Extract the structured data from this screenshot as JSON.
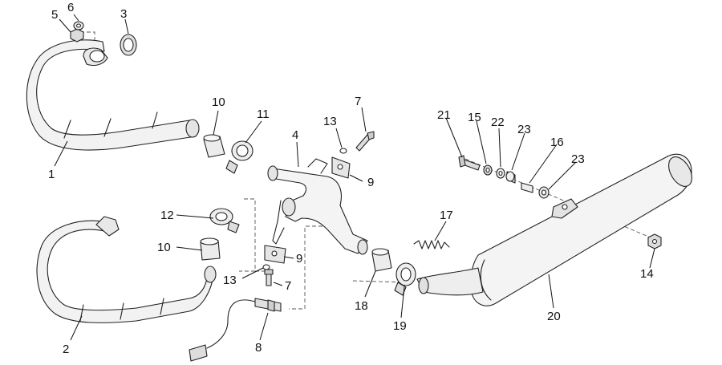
{
  "callouts": {
    "c1": "1",
    "c2": "2",
    "c3": "3",
    "c4": "4",
    "c5": "5",
    "c6": "6",
    "c7a": "7",
    "c7b": "7",
    "c8": "8",
    "c9a": "9",
    "c9b": "9",
    "c10a": "10",
    "c10b": "10",
    "c11": "11",
    "c12": "12",
    "c13a": "13",
    "c13b": "13",
    "c14": "14",
    "c15": "15",
    "c16": "16",
    "c17": "17",
    "c18": "18",
    "c19": "19",
    "c20": "20",
    "c21": "21",
    "c22": "22",
    "c23a": "23",
    "c23b": "23"
  }
}
